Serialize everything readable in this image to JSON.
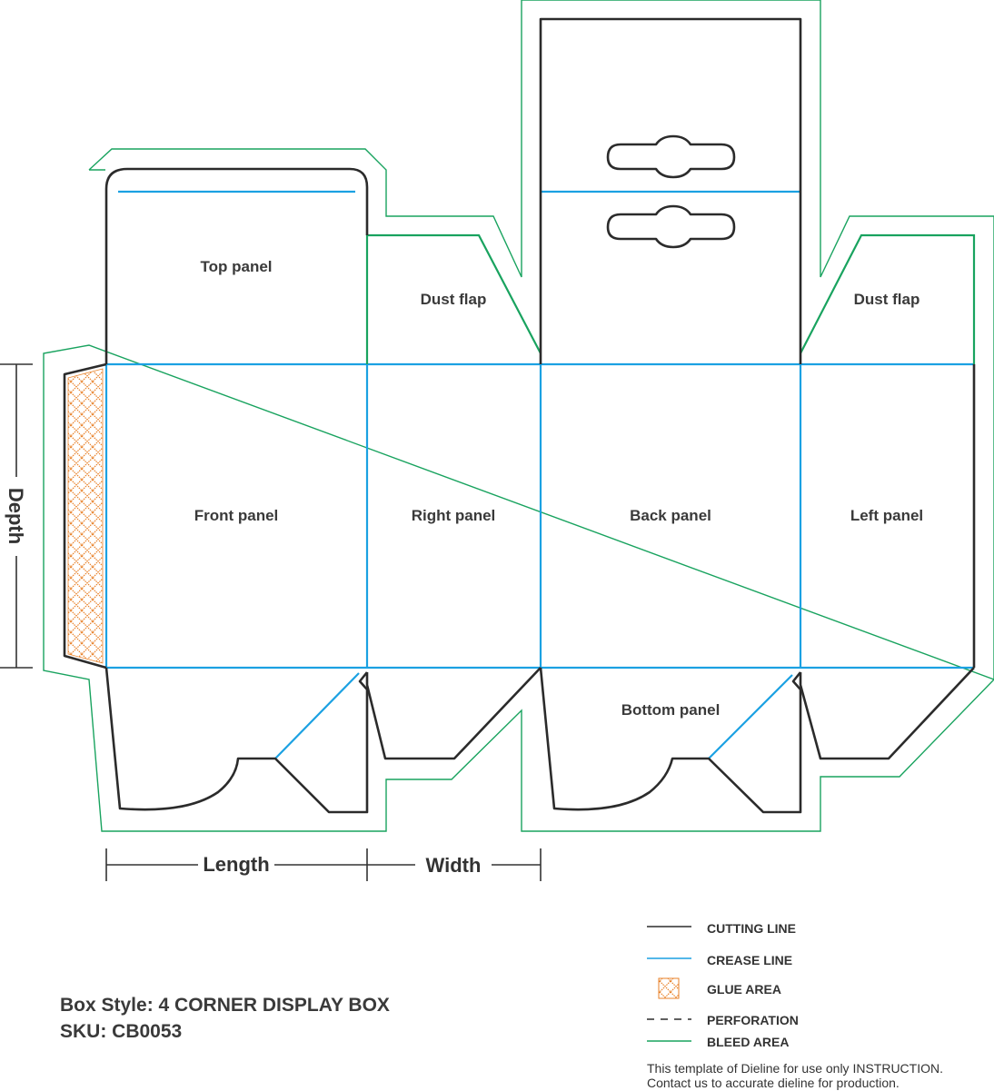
{
  "colors": {
    "cut": "#2b2b2b",
    "crease": "#1ba1e2",
    "bleed": "#19a35f",
    "glue": "#e8822a",
    "text": "#3a3a3a"
  },
  "panels": {
    "top": "Top panel",
    "dust_flap_right": "Dust flap",
    "dust_flap_left": "Dust flap",
    "front": "Front panel",
    "right": "Right panel",
    "back": "Back panel",
    "left": "Left panel",
    "bottom": "Bottom panel"
  },
  "dimensions": {
    "depth": "Depth",
    "length": "Length",
    "width": "Width"
  },
  "legend": {
    "cutting": "CUTTING LINE",
    "crease": "CREASE LINE",
    "glue": "GLUE AREA",
    "perforation": "PERFORATION",
    "bleed": "BLEED AREA"
  },
  "box_info": {
    "style": "Box Style: 4 CORNER DISPLAY BOX",
    "sku": "SKU: CB0053"
  },
  "note": {
    "line1": "This template of Dieline for use only INSTRUCTION.",
    "line2": "Contact us to accurate dieline for production."
  }
}
